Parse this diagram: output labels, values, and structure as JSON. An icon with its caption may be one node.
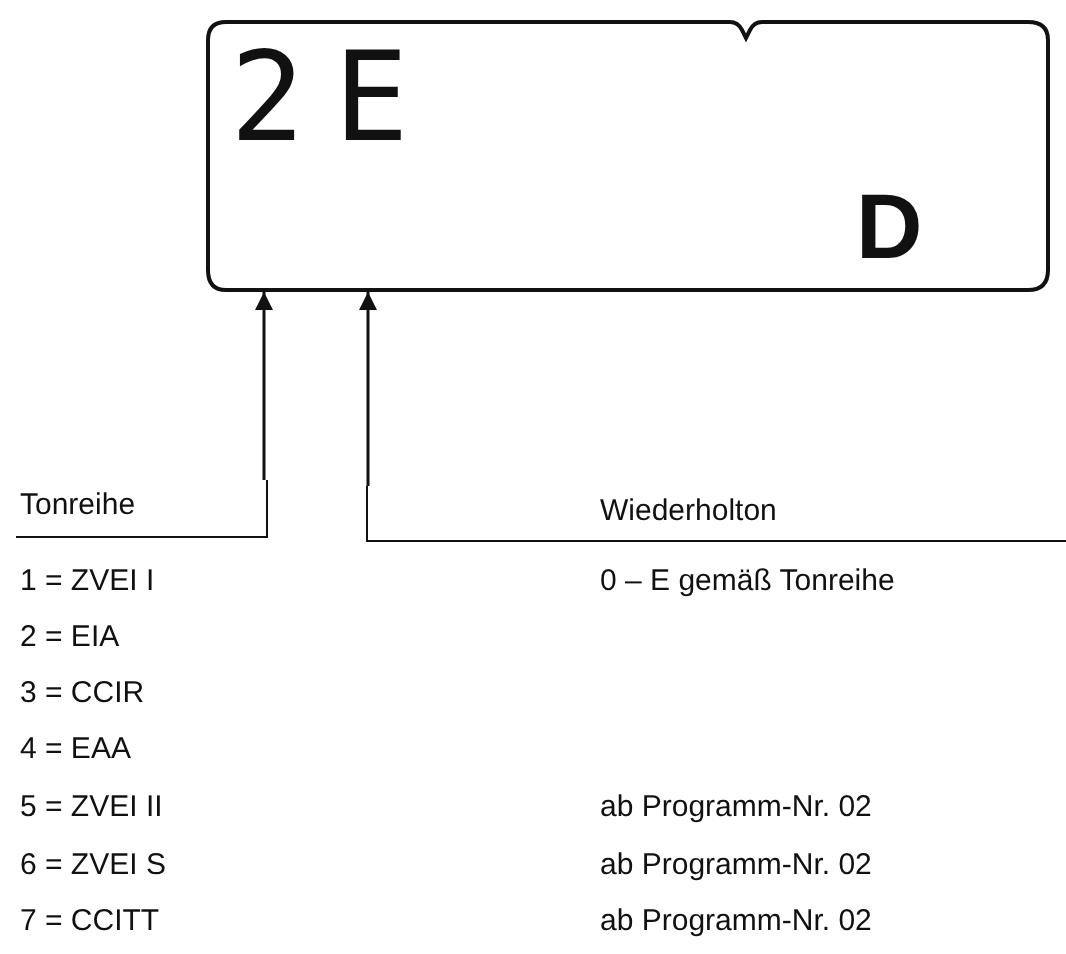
{
  "diagram": {
    "nodes": [
      {
        "text": [
          "D"
        ]
      },
      {
        "text": [
          "2"
        ],
        "in": 0
      },
      {
        "text": [
          "E"
        ],
        "in": 0
      },
      {
        "text": [
          "Tonreihe"
        ]
      },
      {
        "text": [
          "Wiederholton"
        ]
      }
    ],
    "edges": [
      {
        "from": 3,
        "to": 1,
        "arrow": "to"
      },
      {
        "from": 4,
        "to": 2,
        "arrow": "to"
      }
    ],
    "labels": [
      "1 = ZVEI I",
      "0 – E gemäß Tonreihe",
      "2 = EIA",
      "3 = CCIR",
      "4 = EAA",
      "5 = ZVEI II",
      "ab Programm-Nr. 02",
      "6 = ZVEI S",
      "ab Programm-Nr. 02",
      "7 = CCITT",
      "ab Programm-Nr. 02"
    ]
  }
}
